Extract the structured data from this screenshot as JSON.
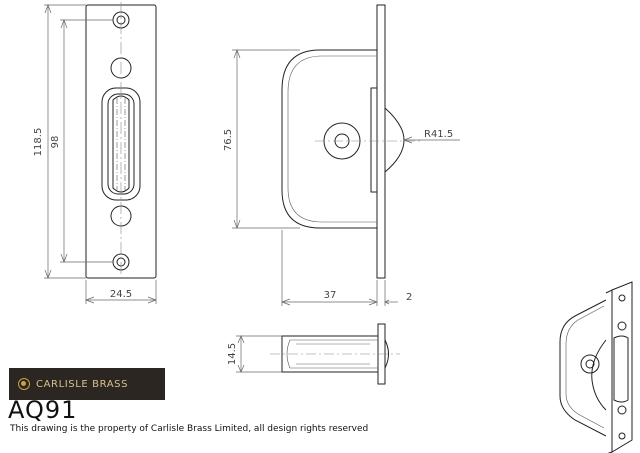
{
  "brand": {
    "name": "CARLISLE BRASS",
    "colors": {
      "logo_bg": "#2b2622",
      "logo_gold": "#c8a24a"
    }
  },
  "product": {
    "code": "AQ91",
    "notice": "This drawing is the property of Carlisle Brass Limited, all design rights reserved"
  },
  "dimensions": {
    "overall_height": "118.5",
    "slot_height": "98",
    "plate_width": "24.5",
    "body_height": "76.5",
    "wheel_radius": "R41.5",
    "body_depth": "37",
    "plate_thickness": "2",
    "wheel_thickness": "14.5"
  },
  "icons": {
    "logo": "carlisle-brass-logo-icon",
    "isometric": "pulley-isometric-icon"
  }
}
